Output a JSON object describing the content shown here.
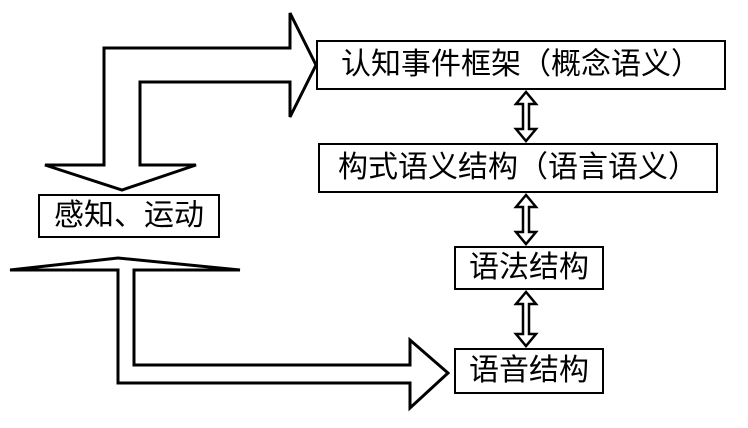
{
  "diagram": {
    "boxes": {
      "cognitive_frame": "认知事件框架（概念语义）",
      "construction_semantics": "构式语义结构（语言语义）",
      "syntactic_structure": "语法结构",
      "phonetic_structure": "语音结构",
      "perception_motion": "感知、运动"
    }
  }
}
